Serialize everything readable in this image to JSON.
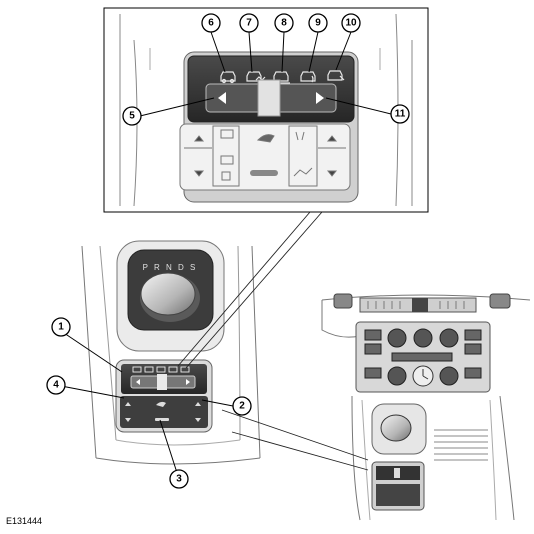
{
  "figure_code": "E131444",
  "callouts": [
    {
      "id": "6",
      "label": "6"
    },
    {
      "id": "7",
      "label": "7"
    },
    {
      "id": "8",
      "label": "8"
    },
    {
      "id": "9",
      "label": "9"
    },
    {
      "id": "10",
      "label": "10"
    },
    {
      "id": "5",
      "label": "5"
    },
    {
      "id": "11",
      "label": "11"
    },
    {
      "id": "1",
      "label": "1"
    },
    {
      "id": "4",
      "label": "4"
    },
    {
      "id": "2",
      "label": "2"
    },
    {
      "id": "3",
      "label": "3"
    }
  ],
  "selector_text": "P R N D S",
  "colors": {
    "line": "#000000",
    "panel_dark": "#3a3a3a",
    "panel_mid": "#8a8a8a",
    "panel_light": "#e6e6e6"
  }
}
